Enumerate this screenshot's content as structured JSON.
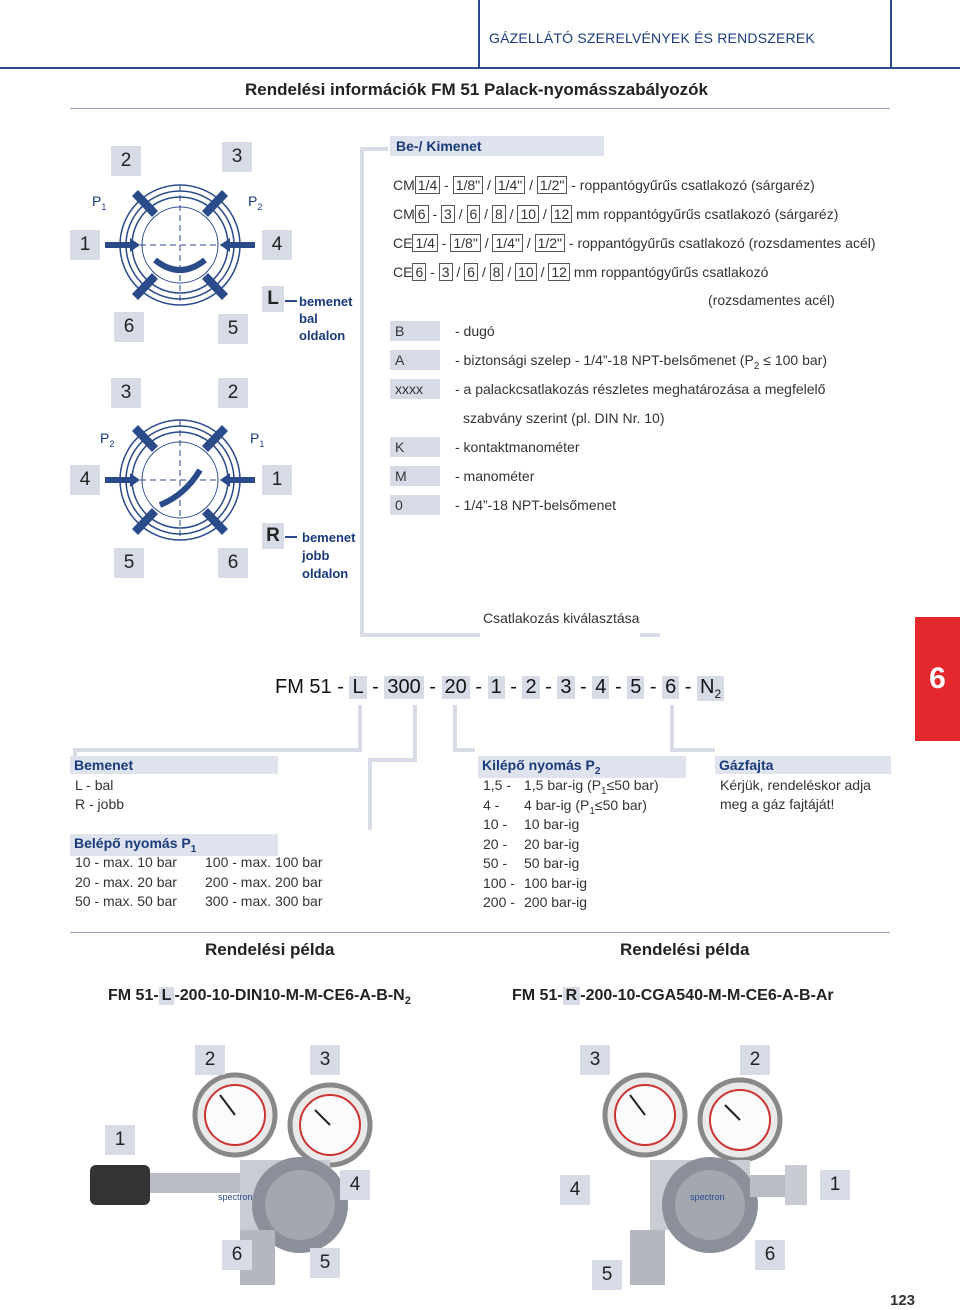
{
  "header": {
    "title": "GÁZELLÁTÓ SZERELVÉNYEK ÉS RENDSZEREK"
  },
  "page_title": "Rendelési információk FM 51 Palack-nyomásszabályozók",
  "diagram_top": {
    "nums": {
      "n1": "1",
      "n2": "2",
      "n3": "3",
      "n4": "4",
      "n5": "5",
      "n6": "6"
    },
    "p1": "P",
    "p1sub": "1",
    "p2": "P",
    "p2sub": "2",
    "letter": "L",
    "caption": [
      "bemenet",
      "bal",
      "oldalon"
    ]
  },
  "diagram_bottom": {
    "nums": {
      "n1": "1",
      "n2": "2",
      "n3": "3",
      "n4": "4",
      "n5": "5",
      "n6": "6"
    },
    "p1": "P",
    "p1sub": "1",
    "p2": "P",
    "p2sub": "2",
    "letter": "R",
    "caption": [
      "bemenet",
      "jobb",
      "oldalon"
    ]
  },
  "connectors": {
    "heading": "Be-/ Kimenet",
    "rows": [
      {
        "code": "CM",
        "first": "1/4",
        "dash": "-",
        "opts": [
          "1/8\"",
          "1/4\"",
          "1/2\""
        ],
        "suffix": "- roppantógyűrűs csatlakozó (sárgaréz)"
      },
      {
        "code": "CM",
        "first": "6",
        "dash": "-",
        "opts": [
          "3",
          "6",
          "8",
          "10",
          "12"
        ],
        "suffix": "mm roppantógyűrűs csatlakozó (sárgaréz)"
      },
      {
        "code": "CE",
        "first": "1/4",
        "dash": "-",
        "opts": [
          "1/8\"",
          "1/4\"",
          "1/2\""
        ],
        "suffix": "- roppantógyűrűs csatlakozó (rozsdamentes acél)"
      },
      {
        "code": "CE",
        "first": "6",
        "dash": "-",
        "opts": [
          "3",
          "6",
          "8",
          "10",
          "12"
        ],
        "suffix": "mm roppantógyűrűs csatlakozó"
      }
    ],
    "continuation": "(rozsdamentes acél)",
    "codes": [
      {
        "code": "B",
        "text": "- dugó"
      },
      {
        "code": "A",
        "text": "- biztonsági szelep - 1/4”-18 NPT-belsőmenet (P",
        "sub": "2",
        "tail": " ≤ 100 bar)"
      },
      {
        "code": "xxxx",
        "text": "- a palackcsatlakozás részletes meghatározása a megfelelő"
      },
      {
        "code": "",
        "text": "szabvány szerint (pl. DIN Nr. 10)"
      },
      {
        "code": "K",
        "text": "- kontaktmanométer"
      },
      {
        "code": "M",
        "text": "- manométer"
      },
      {
        "code": "0",
        "text": "- 1/4”-18 NPT-belsőmenet"
      }
    ]
  },
  "selection_label": "Csatlakozás kiválasztása",
  "order_code": {
    "prefix": "FM 51 -",
    "parts": [
      "L",
      "300",
      "20",
      "1",
      "2",
      "3",
      "4",
      "5",
      "6",
      "N"
    ],
    "last_sub": "2"
  },
  "side_tab": "6",
  "bemenet": {
    "heading": "Bemenet",
    "items": [
      "L - bal",
      "R - jobb"
    ]
  },
  "belepo": {
    "heading": "Belépő nyomás P",
    "heading_sub": "1",
    "col1": [
      "10 - max. 10 bar",
      "20 - max. 20 bar",
      "50 - max. 50 bar"
    ],
    "col2": [
      "100 - max. 100 bar",
      "200 - max. 200 bar",
      "300 - max. 300 bar"
    ]
  },
  "kilepo": {
    "heading": "Kilépő nyomás P",
    "heading_sub": "2",
    "rows": [
      {
        "a": "1,5 -",
        "b": "1,5 bar-ig (P",
        "sub": "1",
        "c": "≤50 bar)"
      },
      {
        "a": "4   -",
        "b": "4 bar-ig (P",
        "sub": "1",
        "c": "≤50 bar)"
      },
      {
        "a": "10  -",
        "b": "10 bar-ig",
        "sub": "",
        "c": ""
      },
      {
        "a": "20  -",
        "b": "20 bar-ig",
        "sub": "",
        "c": ""
      },
      {
        "a": "50  -",
        "b": "50 bar-ig",
        "sub": "",
        "c": ""
      },
      {
        "a": "100 -",
        "b": "100 bar-ig",
        "sub": "",
        "c": ""
      },
      {
        "a": "200 -",
        "b": "200 bar-ig",
        "sub": "",
        "c": ""
      }
    ]
  },
  "gazfajta": {
    "heading": "Gázfajta",
    "lines": [
      "Kérjük, rendeléskor adja",
      "meg a gáz fajtáját!"
    ]
  },
  "examples": [
    {
      "title": "Rendelési példa",
      "code_pre": "FM 51-",
      "code_hl": "L",
      "code_post": "-200-10-DIN10-M-M-CE6-A-B-N",
      "code_sub": "2",
      "labels": {
        "a": "2",
        "b": "3",
        "c": "1",
        "d": "4",
        "e": "6",
        "f": "5"
      }
    },
    {
      "title": "Rendelési példa",
      "code_pre": "FM 51-",
      "code_hl": "R",
      "code_post": "-200-10-CGA540-M-M-CE6-A-B-Ar",
      "code_sub": "",
      "labels": {
        "a": "3",
        "b": "2",
        "c": "4",
        "d": "1",
        "e": "5",
        "f": "6"
      }
    }
  ],
  "product_logo": "spectron",
  "page_number": "123",
  "colors": {
    "accent": "#2b4a8a",
    "label_bg": "#d7dbe6",
    "tab": "#e3282e"
  }
}
